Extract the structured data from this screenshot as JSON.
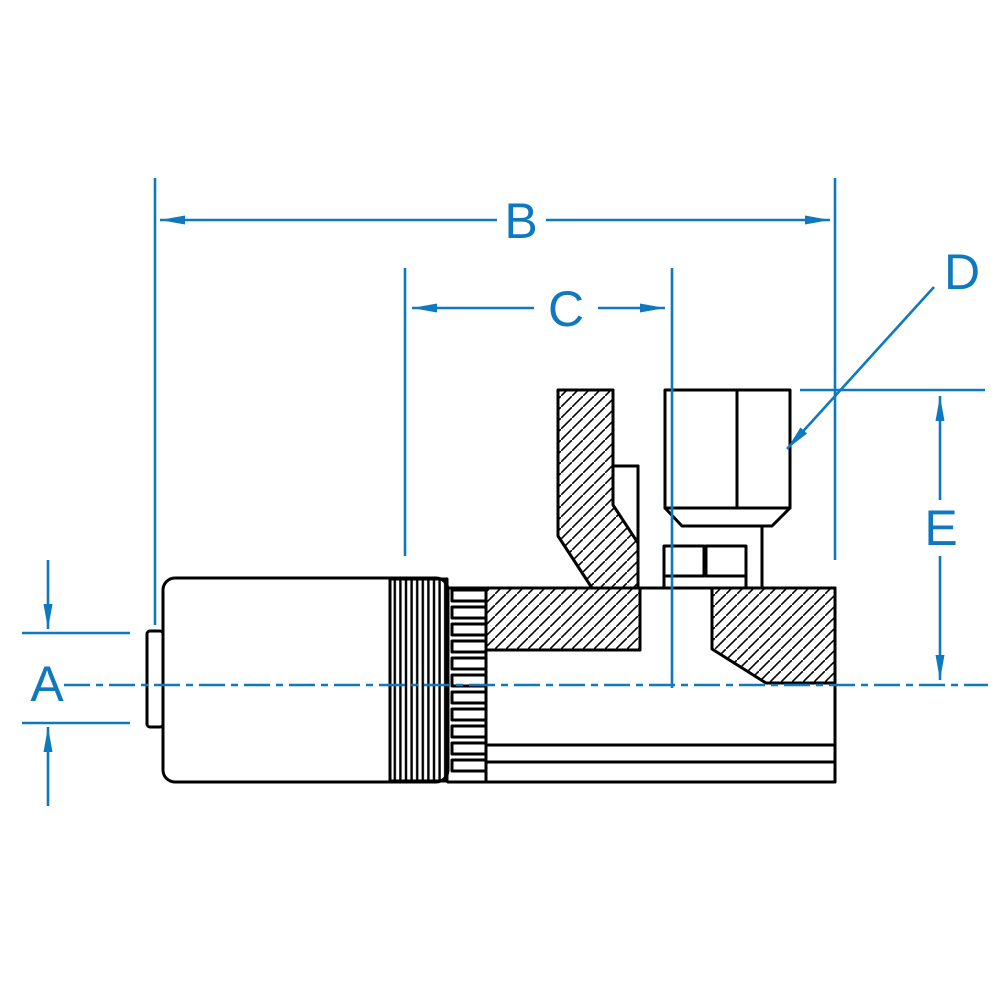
{
  "figure": {
    "type": "technical-drawing",
    "background": "#ffffff"
  },
  "colors": {
    "dimension": "#0f79c0",
    "outline": "#000000"
  },
  "dimension_labels": {
    "a": "A",
    "b": "B",
    "c": "C",
    "d": "D",
    "e": "E"
  }
}
